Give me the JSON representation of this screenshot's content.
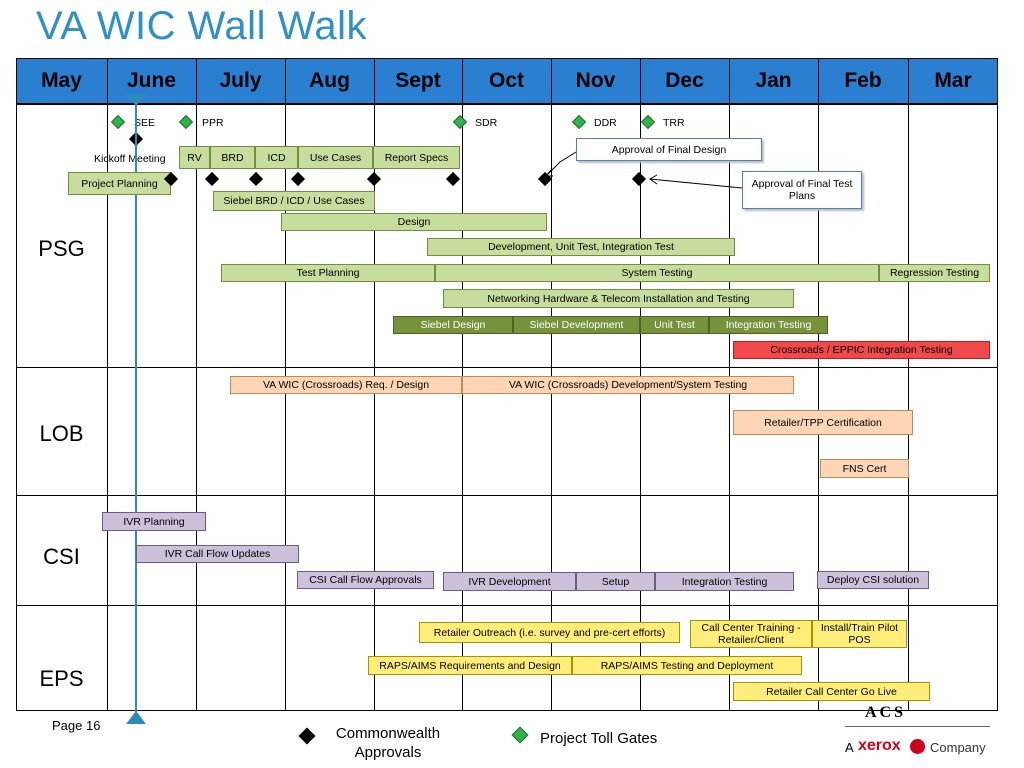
{
  "title": "VA WIC Wall Walk",
  "months": [
    "May",
    "June",
    "July",
    "Aug",
    "Sept",
    "Oct",
    "Nov",
    "Dec",
    "Jan",
    "Feb",
    "Mar"
  ],
  "sections": [
    "PSG",
    "LOB",
    "CSI",
    "EPS"
  ],
  "milestones": {
    "see": "SEE",
    "ppr": "PPR",
    "sdr": "SDR",
    "ddr": "DDR",
    "trr": "TRR",
    "kickoff": "Kickoff Meeting"
  },
  "callouts": {
    "final_design": "Approval of Final Design",
    "final_test": "Approval of Final Test Plans"
  },
  "psg": {
    "project_planning": "Project Planning",
    "rv": "RV",
    "brd": "BRD",
    "icd": "ICD",
    "use_cases": "Use Cases",
    "report_specs": "Report Specs",
    "siebel_brd": "Siebel BRD / ICD / Use Cases",
    "design": "Design",
    "development": "Development, Unit Test, Integration Test",
    "test_planning": "Test Planning",
    "system_testing": "System Testing",
    "regression": "Regression Testing",
    "networking": "Networking Hardware & Telecom Installation and Testing",
    "siebel_design": "Siebel Design",
    "siebel_dev": "Siebel Development",
    "unit_test": "Unit Test",
    "integration_testing": "Integration Testing",
    "crossroads": "Crossroads / EPPIC Integration Testing"
  },
  "lob": {
    "req_design": "VA WIC (Crossroads) Req. / Design",
    "dev_sys": "VA WIC (Crossroads) Development/System Testing",
    "retailer_cert": "Retailer/TPP Certification",
    "fns_cert": "FNS Cert"
  },
  "csi": {
    "ivr_planning": "IVR Planning",
    "ivr_call_flow": "IVR Call Flow Updates",
    "csi_approvals": "CSI Call Flow Approvals",
    "ivr_dev": "IVR Development",
    "setup": "Setup",
    "integration": "Integration Testing",
    "deploy": "Deploy CSI solution"
  },
  "eps": {
    "retailer_outreach": "Retailer Outreach (i.e. survey and pre-cert efforts)",
    "call_center_training": "Call Center Training - Retailer/Client",
    "install_pilot": "Install/Train Pilot POS",
    "raps_req": "RAPS/AIMS Requirements and Design",
    "raps_test": "RAPS/AIMS Testing and Deployment",
    "go_live": "Retailer  Call Center Go Live"
  },
  "footer": {
    "page": "Page 16",
    "legend_commonwealth": "Commonwealth Approvals",
    "legend_tollgates": "Project Toll Gates",
    "logo_top": "ACS",
    "logo_a": "A",
    "logo_xerox": "xerox",
    "logo_company": "Company"
  },
  "colors": {
    "title": "#2f8fc9",
    "header": "#2b7fd0",
    "timeline": "#2b8cb8"
  }
}
